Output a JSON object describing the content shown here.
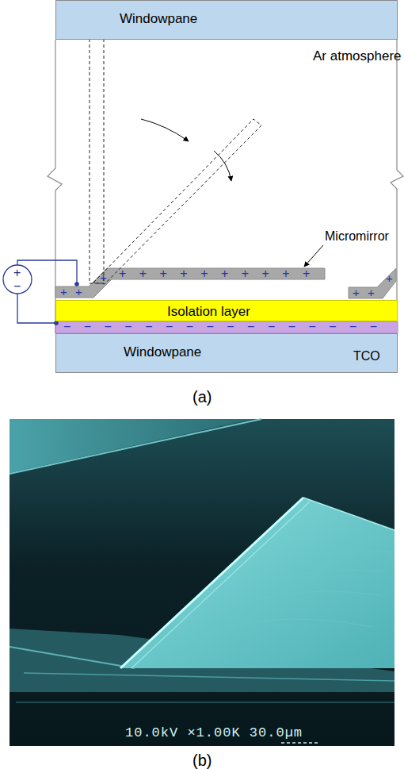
{
  "diagram": {
    "nodes": [
      {
        "text": [
          "Windowpane"
        ]
      },
      {
        "text": [
          "Isolation layer"
        ]
      },
      {
        "text": [
          "Windowpane"
        ]
      }
    ],
    "labels": [
      "Ar atmosphere",
      "Micromirror",
      "TCO",
      "+ +",
      "+",
      "+ + + + + + + + + +",
      "+ +",
      "+",
      "− − − − − − − − − − − − − − − −",
      "+",
      "−",
      "(a)",
      "10.0kV ×1.00K 30.0µm",
      "(b)"
    ]
  }
}
